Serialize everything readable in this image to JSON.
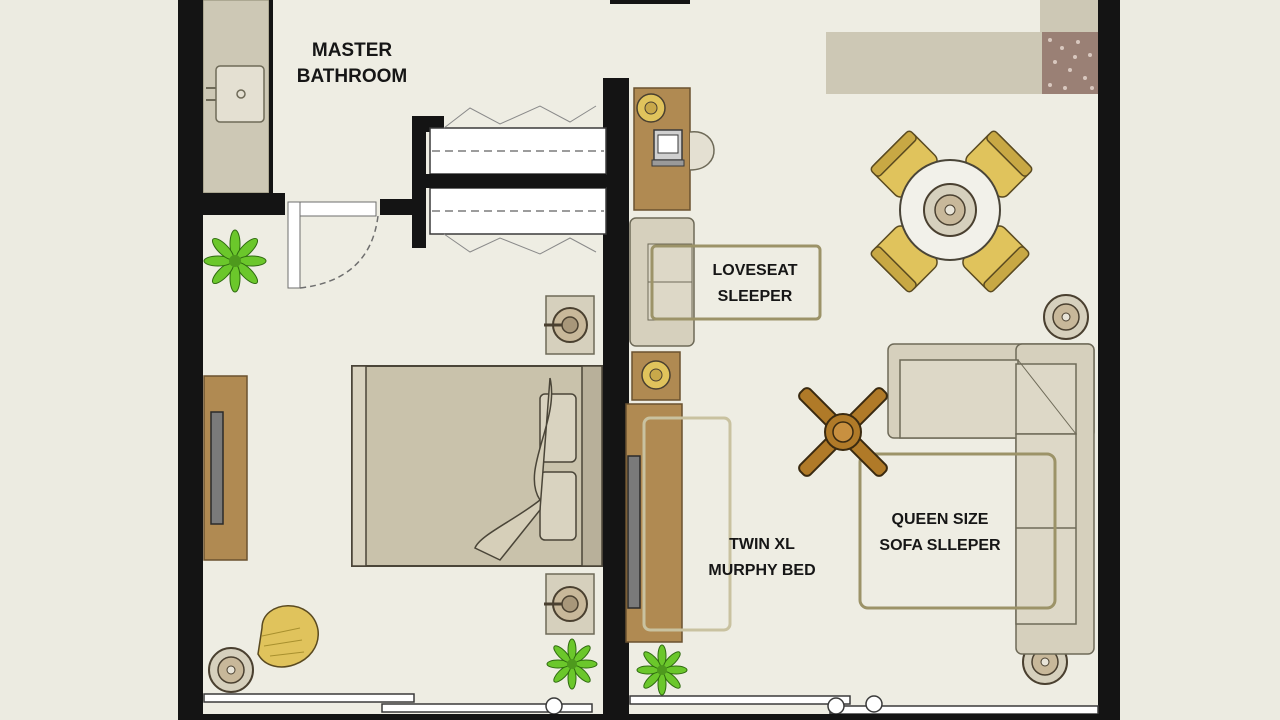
{
  "labels": {
    "master_bathroom": [
      "MASTER",
      "BATHROOM"
    ],
    "loveseat_sleeper": [
      "LOVESEAT",
      "SLEEPER"
    ],
    "twin_xl_murphy_bed": [
      "TWIN XL",
      "MURPHY BED"
    ],
    "queen_size_sofa_sleeper": [
      "QUEEN SIZE",
      "SOFA SLLEPER"
    ]
  },
  "colors": {
    "background": "#ecebe1",
    "floor": "#eeede3",
    "wall": "#141414",
    "counter": "#cdc8b5",
    "wood": "#b08a52",
    "upholstery": "#d6d0bd",
    "yellow_chair": "#e0c35c",
    "plant": "#6bc72b",
    "frame_outline": "#9c9368"
  },
  "icons": [
    "sink-icon",
    "plant-icon",
    "lamp-icon",
    "laptop-icon",
    "ceiling-fan-icon"
  ]
}
